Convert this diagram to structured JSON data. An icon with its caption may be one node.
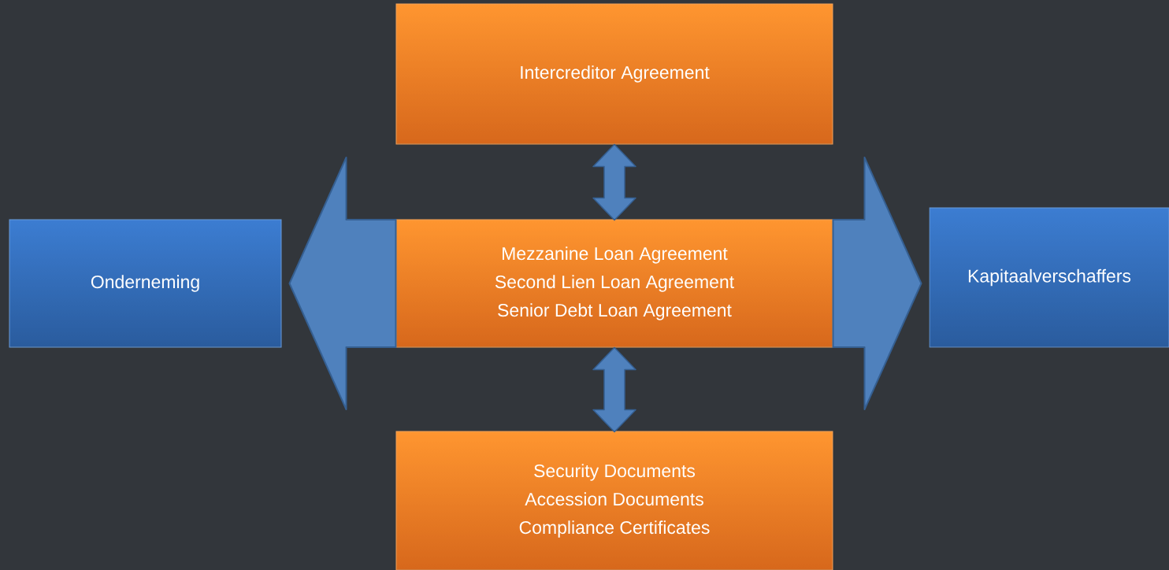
{
  "diagram": {
    "nodes": [
      {
        "text": [
          "Intercreditor Agreement"
        ]
      },
      {
        "text": [
          "Onderneming"
        ]
      },
      {
        "text": [
          "Mezzanine Loan Agreement",
          "Second Lien Loan Agreement",
          "Senior Debt Loan Agreement"
        ]
      },
      {
        "text": [
          "Kapitaalverschaffers"
        ]
      },
      {
        "text": [
          "Security Documents",
          "Accession Documents",
          "Compliance Certificates"
        ]
      }
    ],
    "edges": [
      {
        "from": 0,
        "to": 2,
        "arrow": "both"
      },
      {
        "from": 2,
        "to": 1,
        "arrow": "to",
        "style": "thick"
      },
      {
        "from": 2,
        "to": 3,
        "arrow": "to",
        "style": "thick"
      },
      {
        "from": 2,
        "to": 4,
        "arrow": "both"
      }
    ]
  }
}
